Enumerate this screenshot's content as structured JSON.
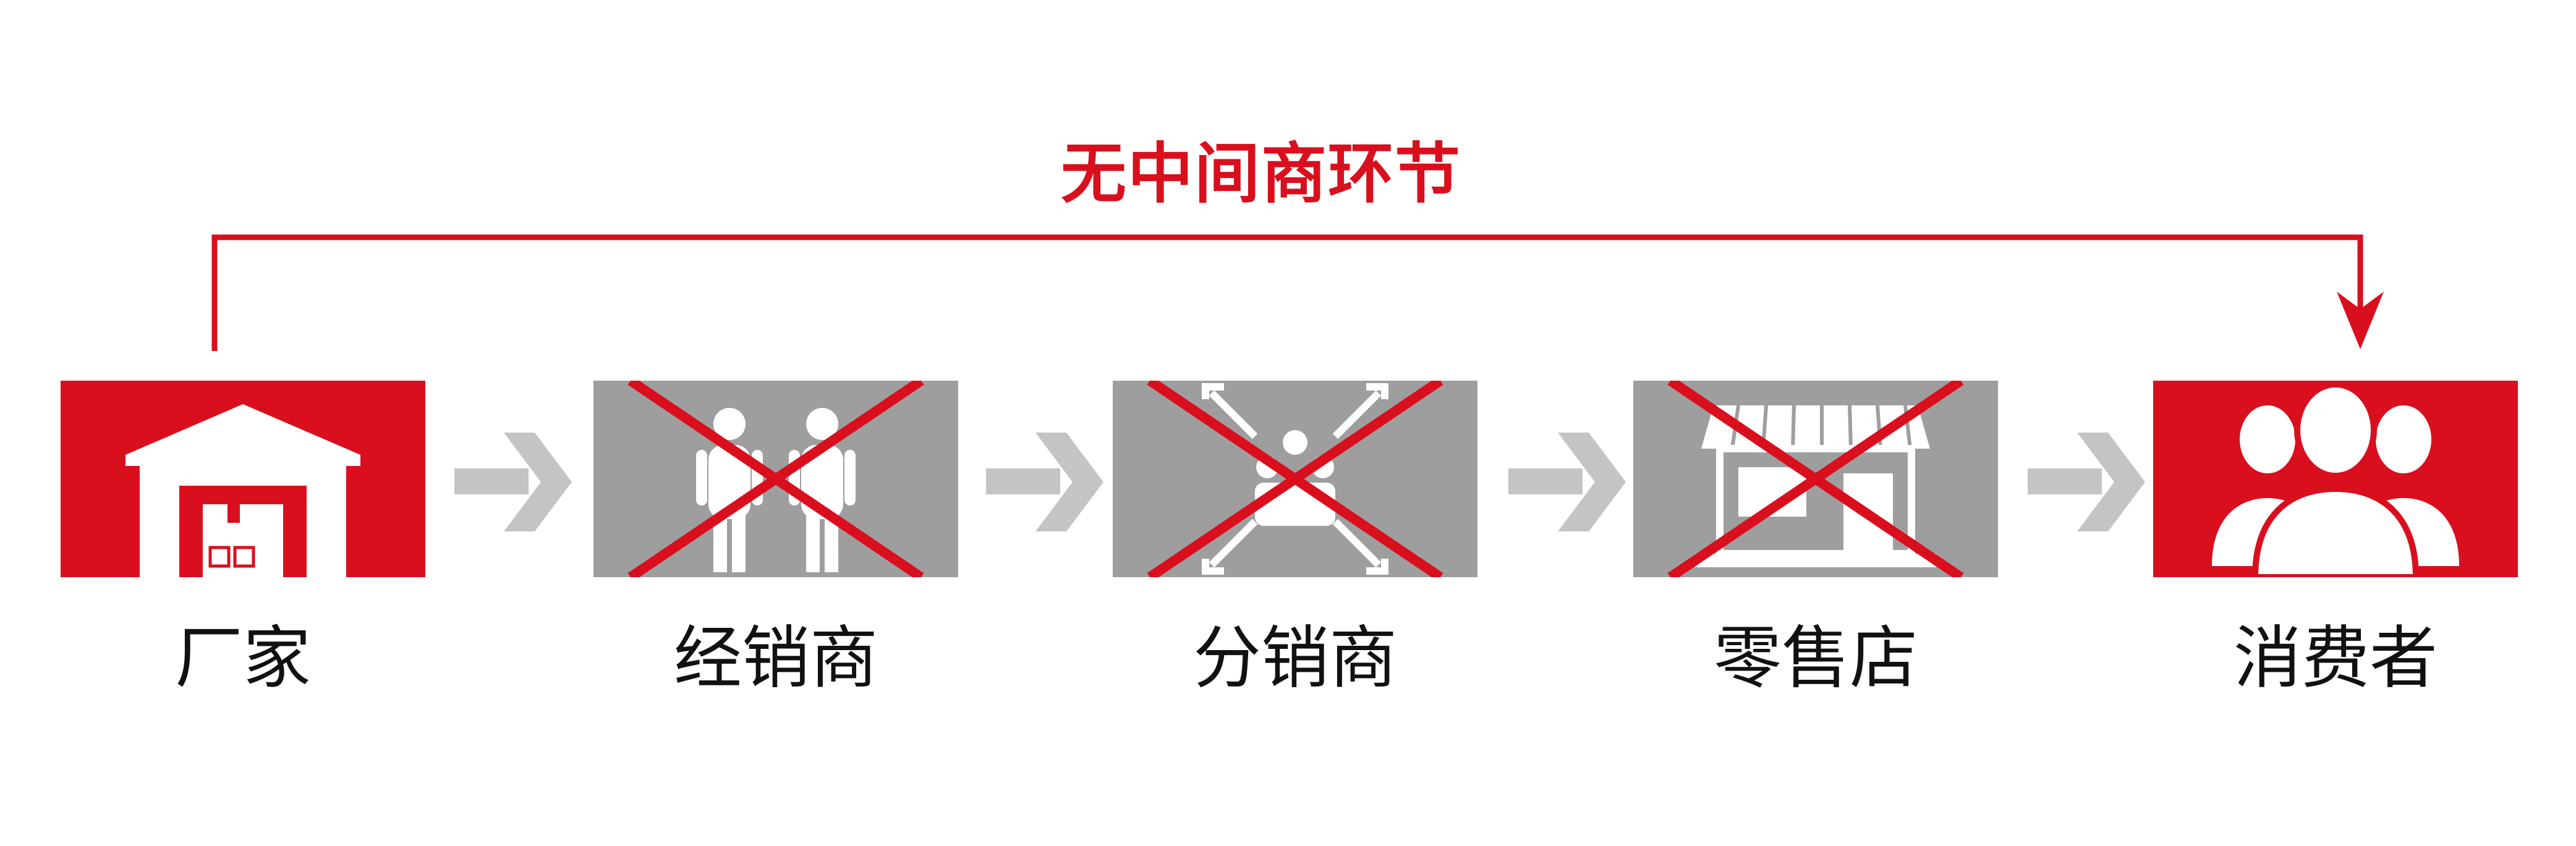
{
  "header": {
    "title": "无中间商环节"
  },
  "nodes": [
    {
      "label": "厂家",
      "status": "kept",
      "icon": "warehouse-icon"
    },
    {
      "label": "经销商",
      "status": "removed",
      "icon": "people-icon"
    },
    {
      "label": "分销商",
      "status": "removed",
      "icon": "distribution-icon"
    },
    {
      "label": "零售店",
      "status": "removed",
      "icon": "store-icon"
    },
    {
      "label": "消费者",
      "status": "kept",
      "icon": "consumers-icon"
    }
  ],
  "colors": {
    "accent": "#D90F1E",
    "removed_box": "#9E9E9E",
    "flow_arrow": "#C4C4C4",
    "cross": "#D90F1E"
  }
}
